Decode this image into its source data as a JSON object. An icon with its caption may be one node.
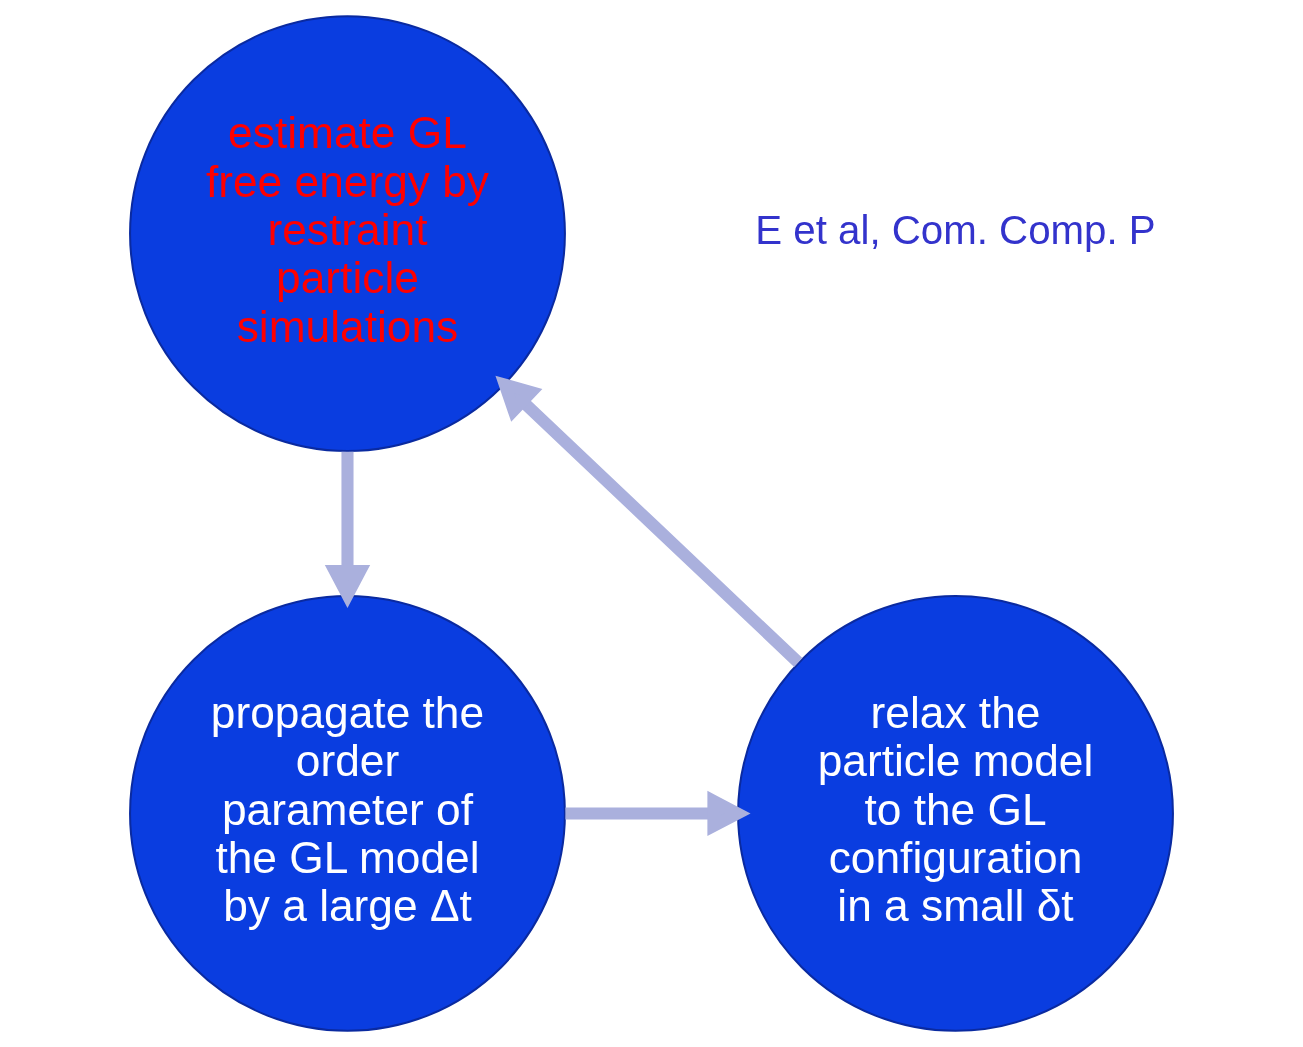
{
  "diagram": {
    "nodes": [
      {
        "text": [
          "estimate GL free energy by restraint particle simulations"
        ]
      },
      {
        "text": [
          "propagate the order parameter of the GL model by a large Δt"
        ]
      },
      {
        "text": [
          "relax the particle model to the GL configuration in a small δt"
        ]
      }
    ],
    "edges": [
      {
        "from": 0,
        "to": 1,
        "arrow": "to"
      },
      {
        "from": 1,
        "to": 2,
        "arrow": "to"
      },
      {
        "from": 2,
        "to": 0,
        "arrow": "to"
      }
    ],
    "labels": [
      "E et al, Com. Comp. P"
    ]
  }
}
